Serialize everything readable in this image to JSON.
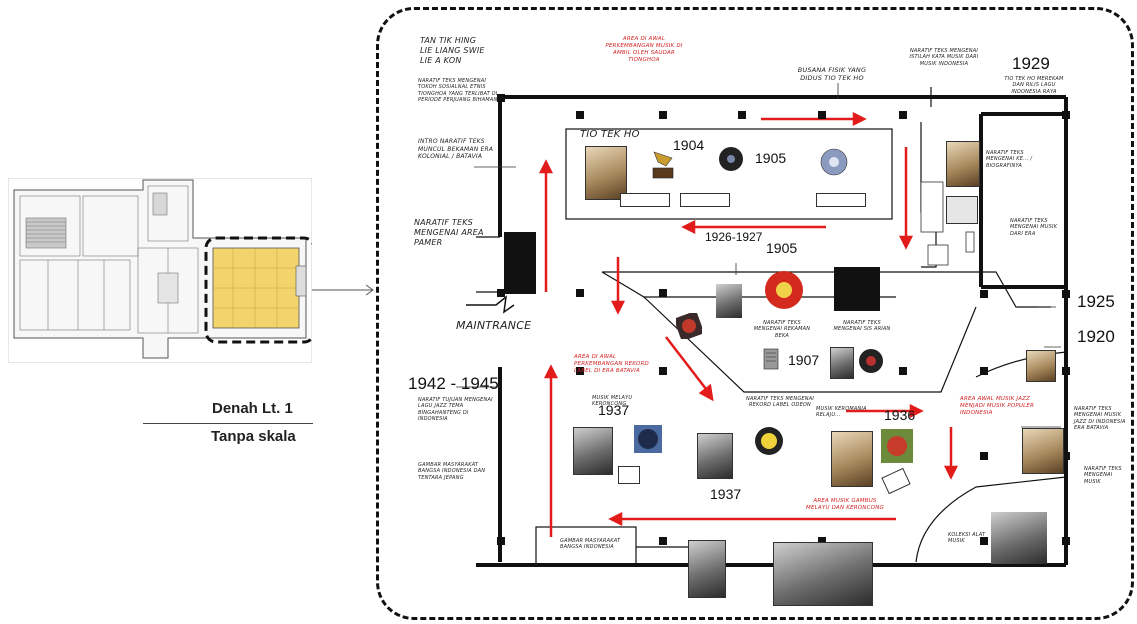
{
  "caption": {
    "title": "Denah Lt. 1",
    "subtitle": "Tanpa skala"
  },
  "left_notes": {
    "names": [
      "TAN TIK HING",
      "LIE LIANG SWIE",
      "LIE A KON"
    ],
    "names_desc": "NARATIF TEKS MENGENAI TOKOH SOSIALNAL ETNIS TIONGHOA YANG TERLIBAT DI PERIODE PERJUANG BIHAMAN",
    "intro": "INTRO NARATIF TEKS MUNCUL BEKAMAN ERA KOLONIAL / BATAVIA",
    "narative_area": "NARATIF TEKS MENGENAI AREA PAMER",
    "maintrance": "MAINTRANCE",
    "era_1942": "1942 - 1945",
    "era_1942_desc": "NARATIF TUJUAN MENGENAI LAGU JAZZ TEMA BINGAHANTENG DI INDONESIA",
    "gambar_jepang": "GAMBAR MASYARAKAT BANGSA INDONESIA DAN TENTARA JEPANG"
  },
  "top_notes": {
    "awal_perkembangan": "AREA DI AWAL PERKEMBANGAN MUSIK DI AMBIL OLEH SAUDAR TIONGHOA",
    "busana": "BUSANA FISIK YANG DIDUS TIO TEK HO",
    "naratif_istilah": "NARATIF TEKS MENGENAI ISTILAH KATA MUSIK DARI MUSIK INDONESIA",
    "year_1929": "1929",
    "tio_ho_1929": "TIO TEK HO MEREKAM DAN RILIS LAGU INDONESIA RAYA"
  },
  "gallery": {
    "tio_tek_ho": "TIO TEK HO",
    "y1904": "1904",
    "y1905a": "1905",
    "y1926": "1926-1927",
    "y1905b": "1905",
    "y1907": "1907",
    "y1937a": "1937",
    "y1937b": "1937",
    "y1936": "1936",
    "y1925": "1925",
    "y1920": "1920",
    "merek_label": "NARATIF TEKS MENGENAI REKAMAN BEKA",
    "naratif_label2": "NARATIF TEKS MENGENAI SIS ARIAN",
    "area_awal_label": "AREA DI AWAL PERKEMBANGAN REKORD LABEL DI ERA BATAVIA",
    "odeon_desc": "NARATIF TEKS MENGENAI REKORD LABEL ODEON",
    "musik_melayu": "MUSIK MELAYU KERONCONG",
    "musik_jazz": "MUSIK KEROMANIA RELAJU...",
    "awal_jazz": "AREA AWAL MUSIK JAZZ MENJADI MUSIK POPULER INDONESIA",
    "gambus": "AREA MUSIK GAMBUS MELAYU DAN KERONCONG",
    "gambar_indonesia": "GAMBAR MASYARAKAT BANGSA INDONESIA",
    "koleksi_alat": "KOLEKSI ALAT MUSIK",
    "right_notes": [
      "NARATIF TEKS MENGENAI KE... / BIOGRAFINYA",
      "NARATIF TEKS MENGENAI MUSIK DARI ERA",
      "NARATIF TEKS MENGENAI MUSIK JAZZ DI INDONESIA ERA BATAVIA",
      "NARATIF TEKS MENGENAI MUSIK"
    ]
  },
  "colors": {
    "floor_yellow": "#f3d36b",
    "arrow_red": "#e21b1b",
    "wall": "#111111"
  },
  "icons": [
    "arrow-right-icon",
    "phonograph-icon",
    "vinyl-record-icon",
    "gramophone-icon"
  ]
}
